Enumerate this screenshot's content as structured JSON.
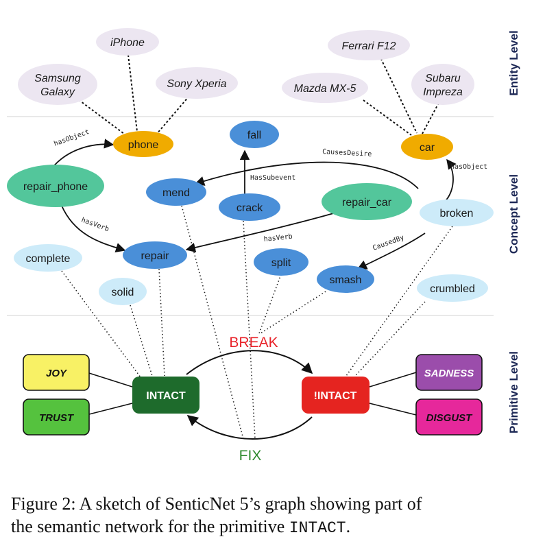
{
  "levels": {
    "entity": "Entity Level",
    "concept": "Concept Level",
    "primitive": "Primitive Level"
  },
  "entity_nodes": {
    "iphone": "iPhone",
    "samsung": [
      "Samsung",
      "Galaxy"
    ],
    "sony": "Sony Xperia",
    "ferrari": "Ferrari F12",
    "mazda": "Mazda MX-5",
    "subaru": [
      "Subaru",
      "Impreza"
    ]
  },
  "concept_nodes": {
    "phone": "phone",
    "car": "car",
    "fall": "fall",
    "mend": "mend",
    "crack": "crack",
    "repair_phone": "repair_phone",
    "repair_car": "repair_car",
    "broken": "broken",
    "repair": "repair",
    "complete": "complete",
    "solid": "solid",
    "split": "split",
    "smash": "smash",
    "crumbled": "crumbled"
  },
  "edge_labels": {
    "hasObject_phone": "hasObject",
    "hasObject_car": "hasObject",
    "causesDesire": "CausesDesire",
    "hasSubevent": "HasSubevent",
    "hasVerb_phone": "hasVerb",
    "hasVerb_car": "hasVerb",
    "causedBy": "CausedBy"
  },
  "primitives": {
    "intact": "INTACT",
    "not_intact": "!INTACT"
  },
  "relations": {
    "break": "BREAK",
    "fix": "FIX"
  },
  "emotions": {
    "joy": "JOY",
    "trust": "TRUST",
    "sadness": "SADNESS",
    "disgust": "DISGUST"
  },
  "colors": {
    "entity_node": "#ece6f1",
    "concept_orange": "#f0ab00",
    "concept_blue": "#4a8fd8",
    "concept_green": "#53c69b",
    "concept_lightblue": "#cdebf9",
    "intact": "#1e6b2c",
    "not_intact": "#e52420",
    "joy": "#f8f165",
    "trust": "#55c23e",
    "sadness": "#9b4dab",
    "disgust": "#e6289b",
    "level_label": "#1f2a57"
  },
  "caption": {
    "line1": "Figure 2:  A sketch of SenticNet 5’s graph showing part of",
    "line2_pre": "the semantic network for the primitive ",
    "line2_mono": "INTACT",
    "line2_post": "."
  }
}
